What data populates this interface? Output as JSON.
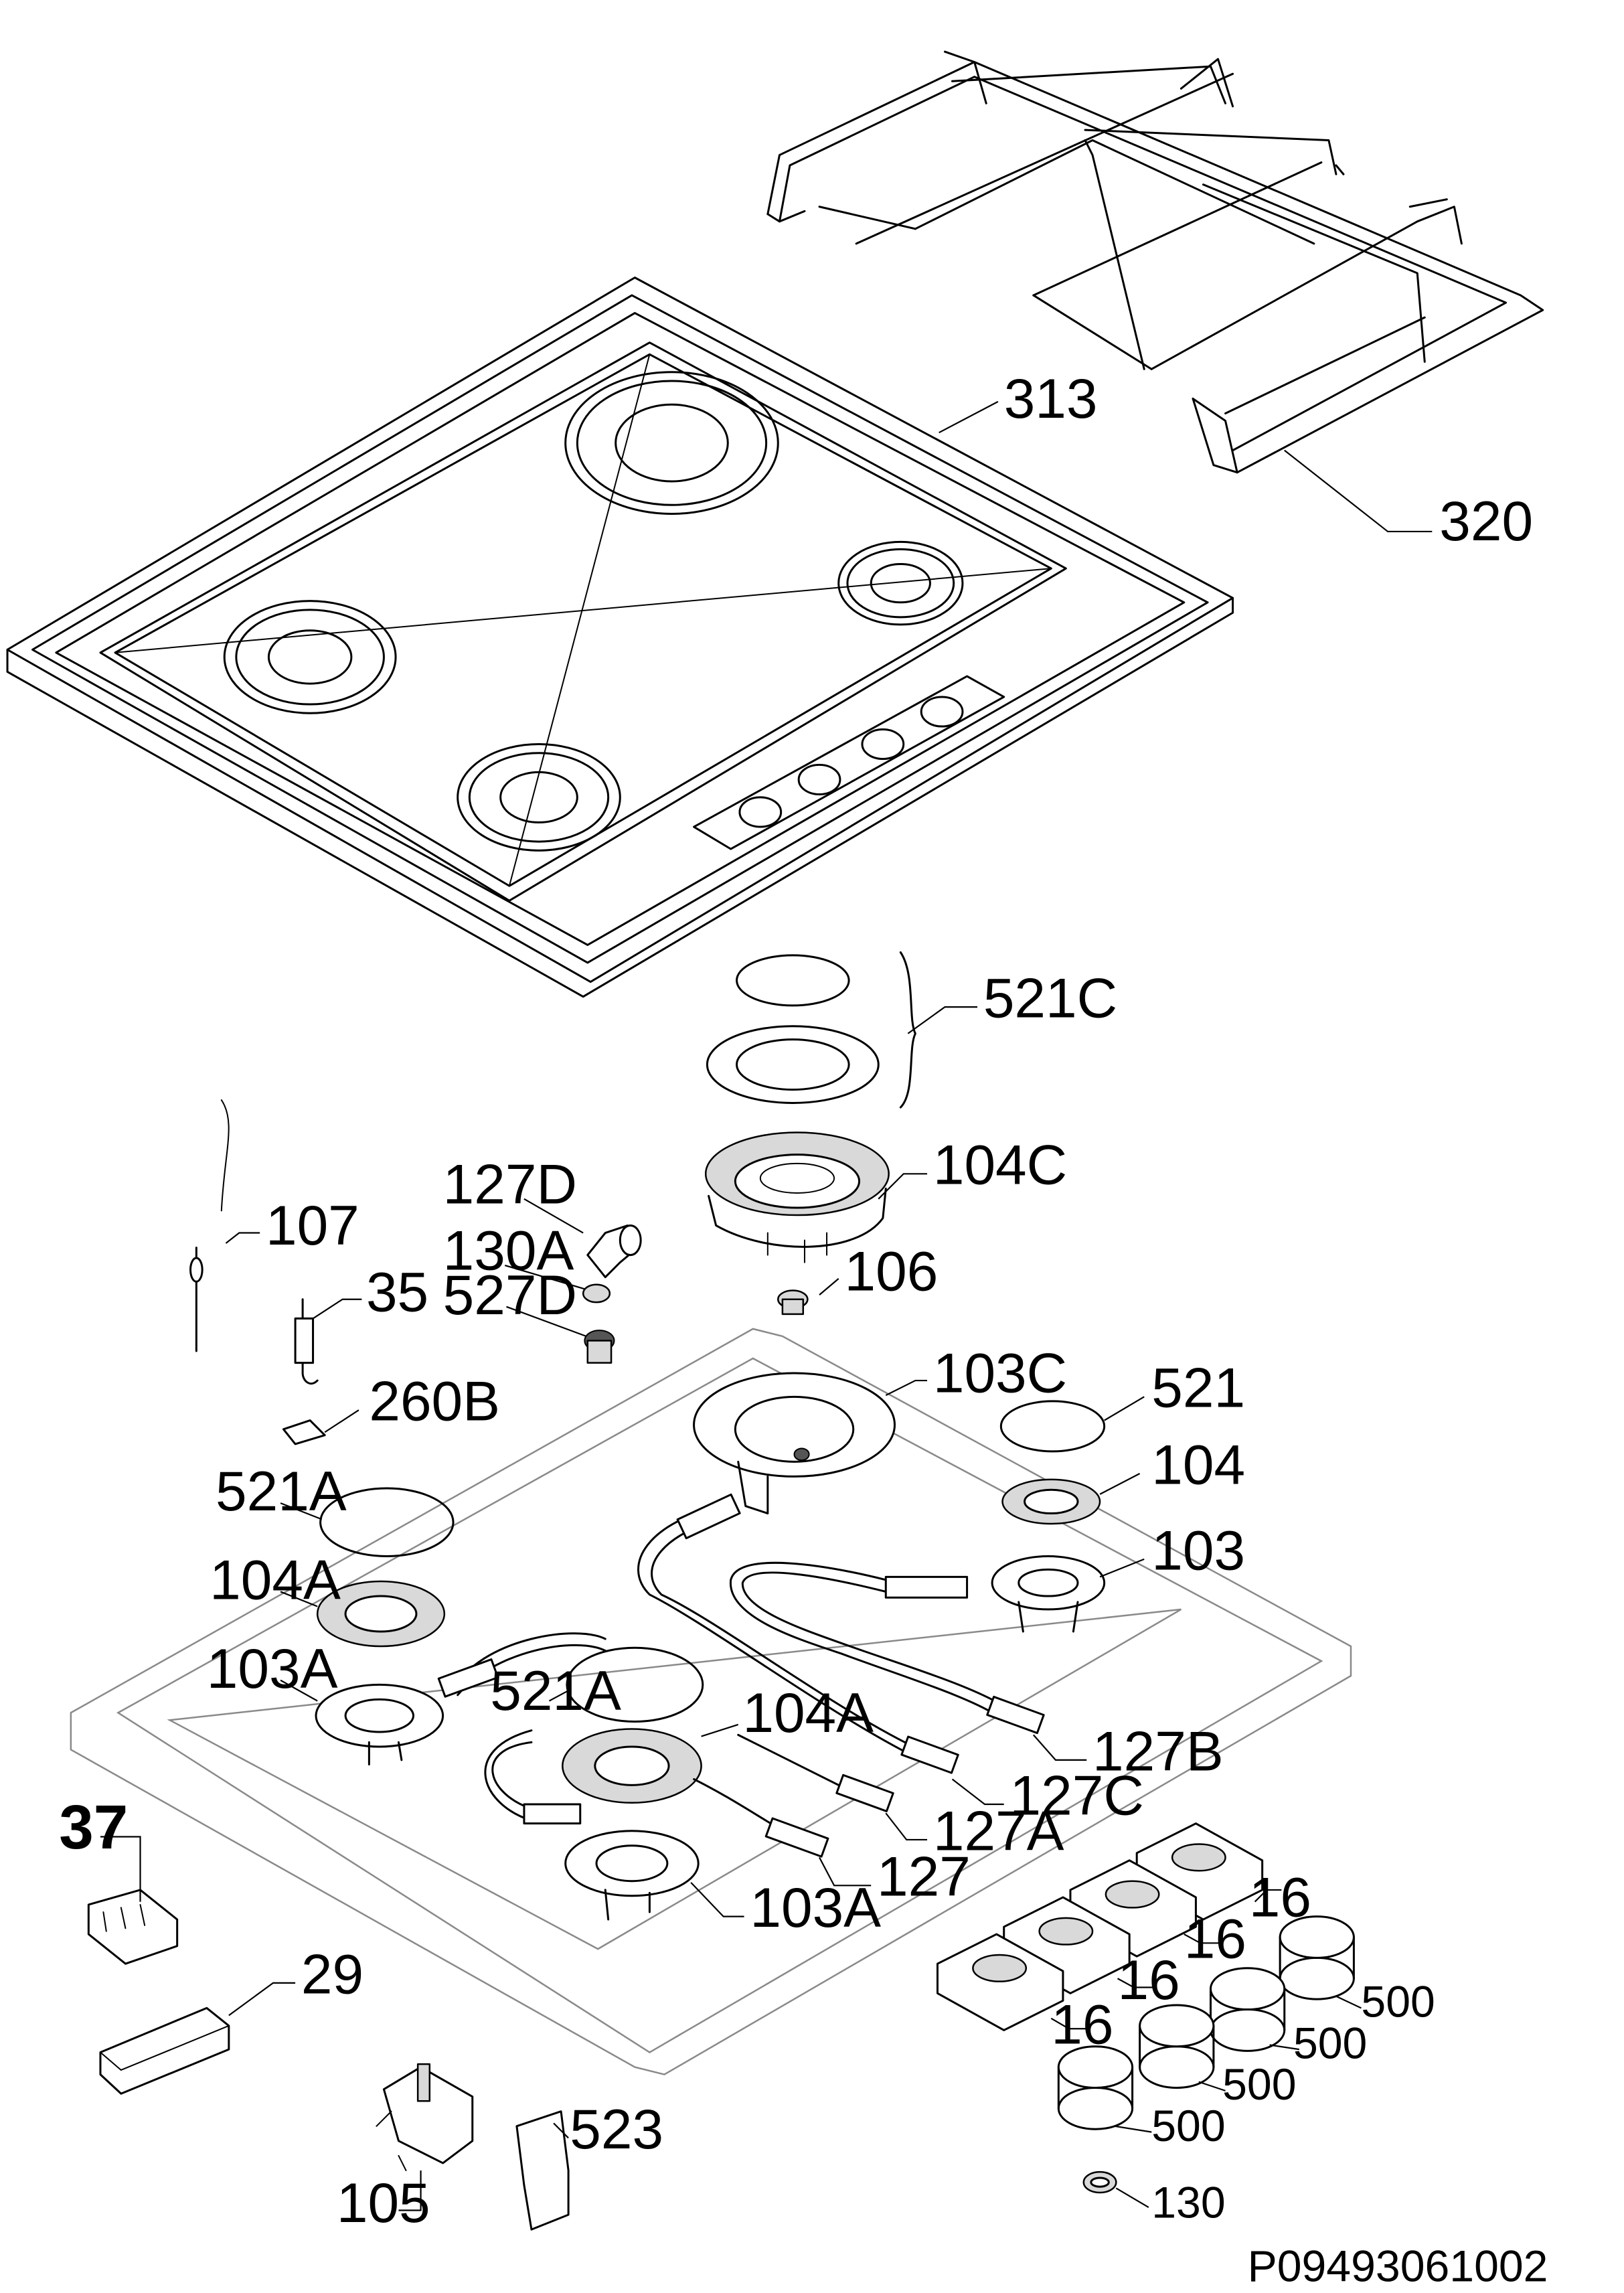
{
  "labels": {
    "p313": "313",
    "p320": "320",
    "p521c": "521C",
    "p104c": "104C",
    "p127d": "127D",
    "p130a": "130A",
    "p527d": "527D",
    "p107": "107",
    "p35": "35",
    "p106": "106",
    "p260b": "260B",
    "p103c": "103C",
    "p521": "521",
    "p104": "104",
    "p103": "103",
    "p521a_top": "521A",
    "p104a_top": "104A",
    "p103a_top": "103A",
    "p521a_mid": "521A",
    "p104a_mid": "104A",
    "p127b": "127B",
    "p127c": "127C",
    "p127a": "127A",
    "p127": "127",
    "p103a_bot": "103A",
    "p37": "37",
    "p29": "29",
    "p16_1": "16",
    "p16_2": "16",
    "p16_3": "16",
    "p16_4": "16",
    "p500_1": "500",
    "p500_2": "500",
    "p500_3": "500",
    "p500_4": "500",
    "p523": "523",
    "p105": "105",
    "p130": "130"
  },
  "drawing_code": "P09493061002",
  "icons": {
    "cooktop": "cooktop-panel-drawing",
    "grid": "pan-support-grid-drawing",
    "burner": "burner-part-drawing",
    "knob": "control-knob-drawing",
    "valve": "gas-valve-drawing"
  }
}
